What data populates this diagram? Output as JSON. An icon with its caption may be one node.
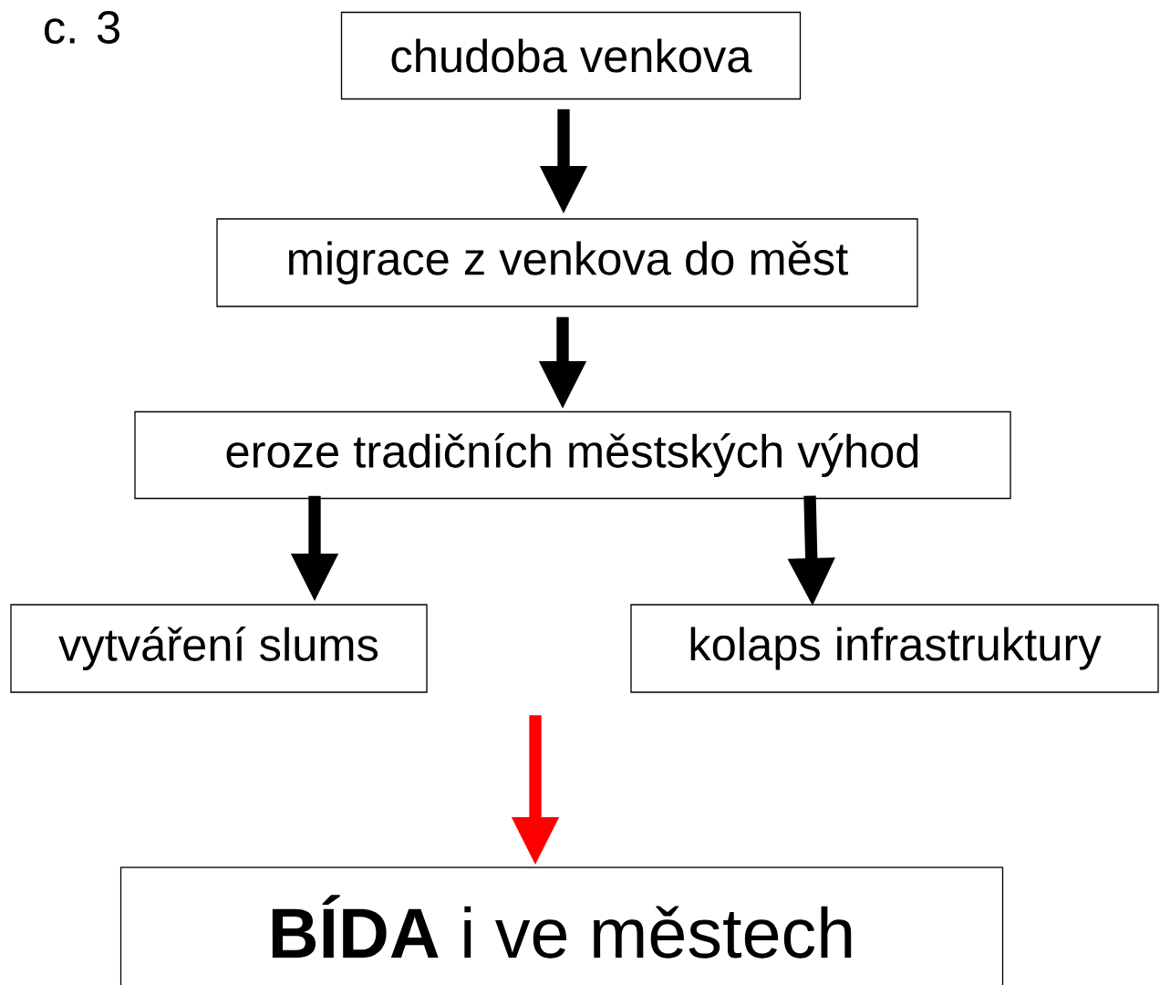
{
  "diagram": {
    "nodes": [
      {
        "text": [
          "chudoba venkova"
        ]
      },
      {
        "text": [
          "migrace z venkova do měst"
        ]
      },
      {
        "text": [
          "eroze tradičních městských výhod"
        ]
      },
      {
        "text": [
          "vytváření slums"
        ]
      },
      {
        "text": [
          "kolaps infrastruktury"
        ]
      },
      {
        "text": [
          "**BÍDA** i ve městech"
        ]
      }
    ],
    "edges": [
      {
        "from": 0,
        "to": 1,
        "arrow": "to"
      },
      {
        "from": 1,
        "to": 2,
        "arrow": "to"
      },
      {
        "from": 2,
        "to": 3,
        "arrow": "to"
      },
      {
        "from": 2,
        "to": 4,
        "arrow": "to"
      },
      {
        "from": null,
        "to": 5,
        "arrow": "to",
        "color": "#ff0000"
      }
    ],
    "labels": [
      "c. 3"
    ]
  }
}
